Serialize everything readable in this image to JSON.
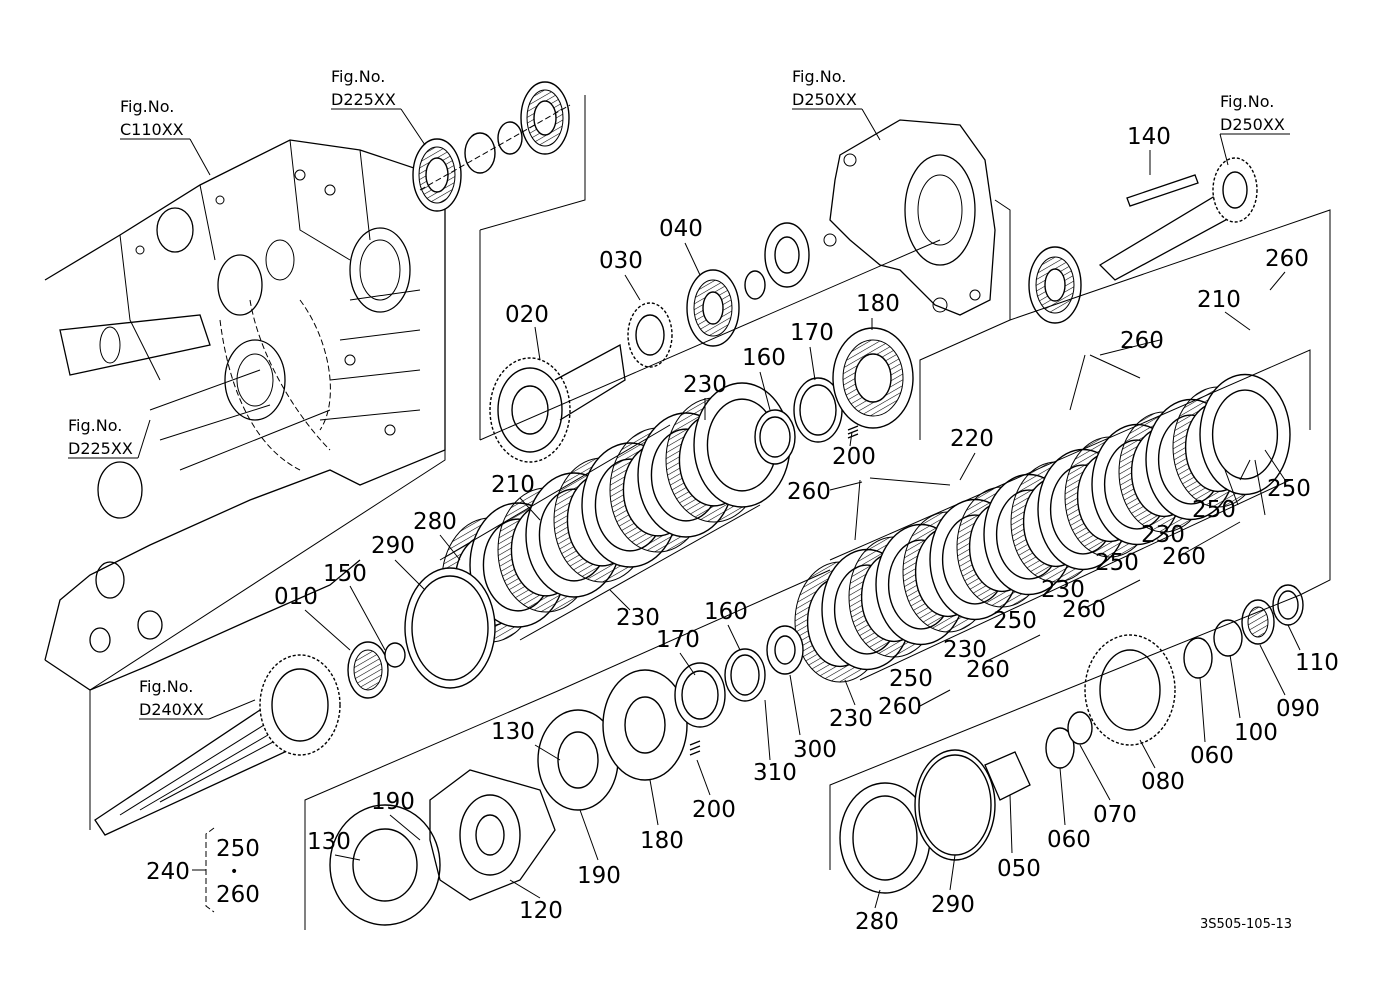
{
  "diagram_code": "3S505-105-13",
  "figure_refs": [
    {
      "id": "c110",
      "line1": "Fig.No.",
      "line2": "C110XX"
    },
    {
      "id": "d225-top",
      "line1": "Fig.No.",
      "line2": "D225XX"
    },
    {
      "id": "d250-mid",
      "line1": "Fig.No.",
      "line2": "D250XX"
    },
    {
      "id": "d250-right",
      "line1": "Fig.No.",
      "line2": "D250XX"
    },
    {
      "id": "d225-left",
      "line1": "Fig.No.",
      "line2": "D225XX"
    },
    {
      "id": "d240",
      "line1": "Fig.No.",
      "line2": "D240XX"
    }
  ],
  "part_labels": {
    "p140": "140",
    "p040": "040",
    "p030": "030",
    "p020": "020",
    "p180_top": "180",
    "p170_top": "170",
    "p160_top": "160",
    "p230_top": "230",
    "p200_top": "200",
    "p260_top": "260",
    "p210_right": "210",
    "p260_r1": "260",
    "p220": "220",
    "p260_l": "260",
    "p210_left": "210",
    "p280_top": "280",
    "p290_top": "290",
    "p150": "150",
    "p010": "010",
    "p230_mid": "230",
    "p160_mid": "160",
    "p170_mid": "170",
    "p130_mid": "130",
    "p190_low": "190",
    "p130_low": "130",
    "p120": "120",
    "p190_mid": "190",
    "p180_mid": "180",
    "p200_mid": "200",
    "p310": "310",
    "p300": "300",
    "p230_b1": "230",
    "p250_b1": "250",
    "p260_b1": "260",
    "p230_b2": "230",
    "p260_b2": "260",
    "p250_b2": "250",
    "p230_b3": "230",
    "p260_b3": "260",
    "p250_b3": "250",
    "p230_b4": "230",
    "p260_b4": "260",
    "p250_b4": "250",
    "p250_b5": "250",
    "p110": "110",
    "p090": "090",
    "p100": "100",
    "p060_r": "060",
    "p080": "080",
    "p070": "070",
    "p060_l": "060",
    "p050": "050",
    "p290_low": "290",
    "p280_low": "280",
    "kit_240": "240",
    "kit_250": "250",
    "kit_260": "260",
    "kit_dot": "•"
  }
}
